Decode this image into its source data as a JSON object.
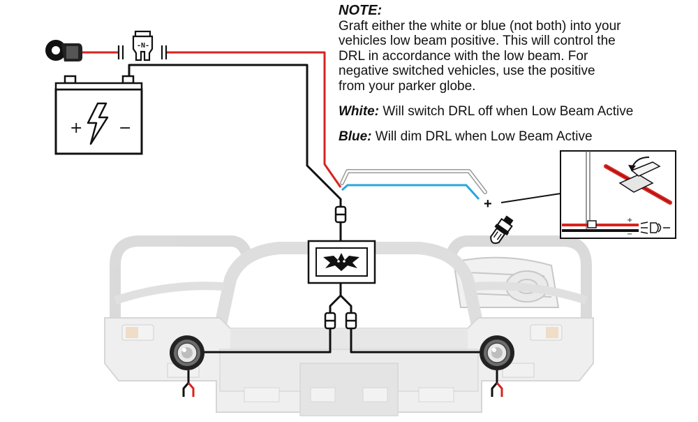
{
  "note": {
    "title": "NOTE:",
    "lines": [
      "Graft either the white or blue (not both) into your",
      "vehicles low beam positive. This will control the",
      "DRL in accordance with the low beam. For",
      "negative switched vehicles, use the positive",
      "from your parker globe."
    ],
    "white_label": "White:",
    "white_text": " Will switch DRL off when Low Beam Active",
    "blue_label": "Blue:",
    "blue_text": " Will dim DRL when Low Beam Active"
  },
  "fuse": {
    "label": "-N-"
  },
  "battery": {
    "plus": "+",
    "minus": "−"
  },
  "globe": {
    "plus": "+"
  },
  "inset": {
    "plus": "+",
    "minus": "−"
  },
  "colors": {
    "wire_red": "#d8231e",
    "wire_black": "#111111",
    "wire_blue": "#2aa6dc",
    "wire_white_outline": "#9a9a9a",
    "bar_grey": "#c7c7c7"
  },
  "icons": [
    "ignition-key-icon",
    "fuse-icon",
    "battery-icon",
    "lightning-icon",
    "controller-logo-icon",
    "headlight-globe-icon",
    "drl-lamp-icon",
    "connector-icon"
  ]
}
